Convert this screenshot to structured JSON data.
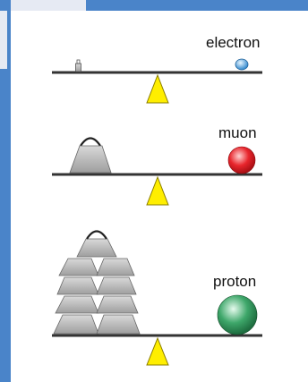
{
  "particles": [
    {
      "name": "electron",
      "color": "#4aa3e0"
    },
    {
      "name": "muon",
      "color": "#e5202a"
    },
    {
      "name": "proton",
      "color": "#2f9a5a"
    }
  ],
  "colors": {
    "frame": "#4a84c9",
    "fulcrum": "#ffee00",
    "weight": "#b9b9b9",
    "beam": "#333333"
  }
}
